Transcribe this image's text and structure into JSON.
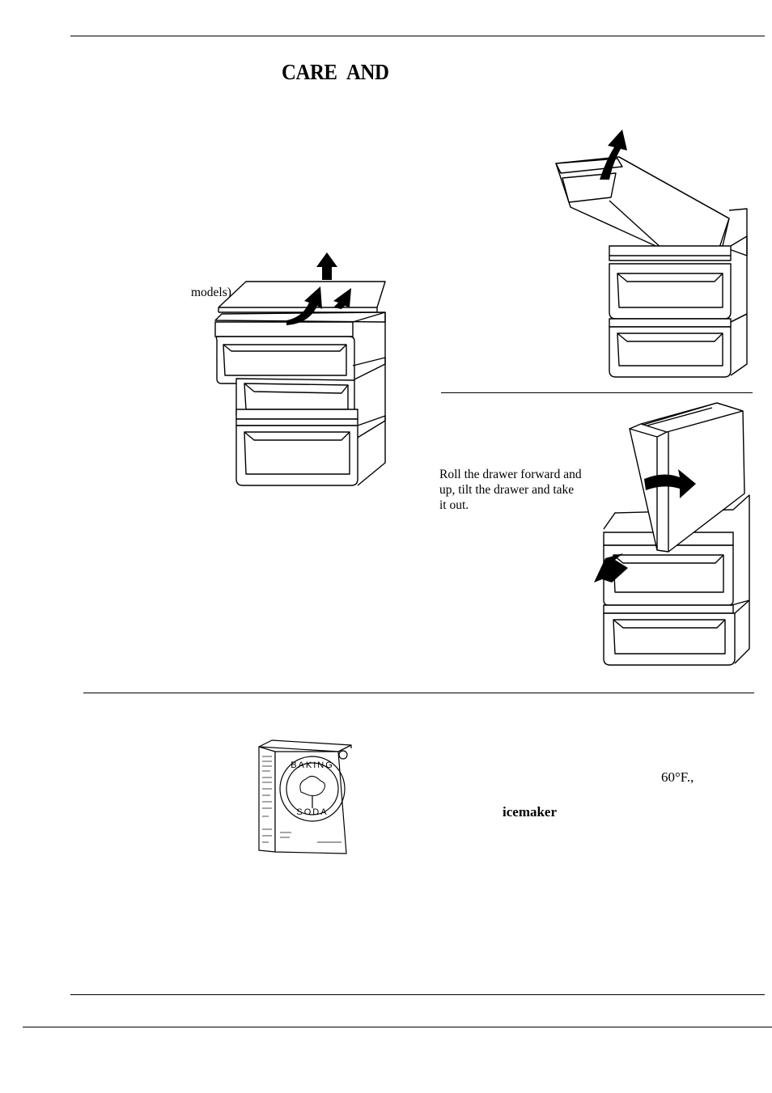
{
  "header": {
    "title_word1": "CARE",
    "title_word2": "AND"
  },
  "left_figure": {
    "label": "models)."
  },
  "right_figure": {
    "caption_lines": [
      "Roll the drawer forward and",
      "up, tilt the drawer and take",
      "it out."
    ]
  },
  "lower_section": {
    "temperature": "60°F.,",
    "icemaker_word": "icemaker",
    "box_text_top": "BAKING",
    "box_text_bottom": "SODA"
  }
}
